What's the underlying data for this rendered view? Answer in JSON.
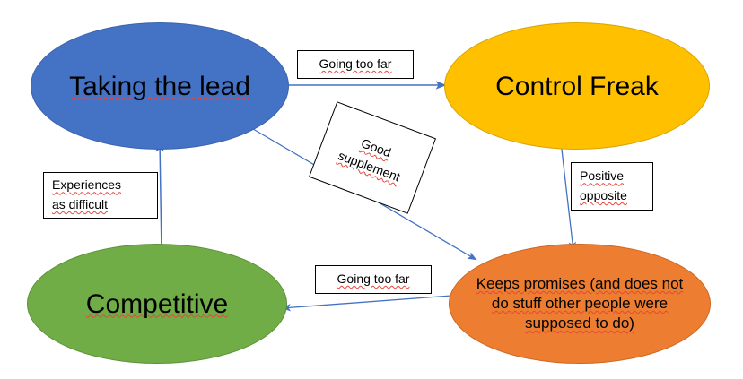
{
  "diagram": {
    "title": "Taking the lead / Control Freak / Competitive relationship diagram",
    "accent_blue": "#4472C4",
    "accent_amber": "#FFC000",
    "accent_green": "#70AD47",
    "accent_orange": "#ED7D31",
    "arrow_color": "#4472C4",
    "spellcheck_color": "#e8453c",
    "background": "#ffffff"
  },
  "nodes": [
    {
      "id": "taking-the-lead",
      "label": "Taking the lead",
      "color": "#4472C4",
      "misspelled": true
    },
    {
      "id": "control-freak",
      "label": "Control Freak",
      "color": "#FFC000",
      "misspelled": false
    },
    {
      "id": "competitive",
      "label": "Competitive",
      "color": "#70AD47",
      "misspelled": true
    },
    {
      "id": "keeps-promises",
      "label": "Keeps promises (and does not\ndo stuff other people were\nsupposed to do)",
      "color": "#ED7D31",
      "misspelled": true
    }
  ],
  "edge_labels": {
    "going_too_far_top": "Going too far",
    "going_too_far_bottom": "Going too far",
    "good_supplement": "Good\nsupplement",
    "experiences_as_difficult": "Experiences\nas difficult",
    "positive_opposite": "Positive\nopposite"
  },
  "edges": [
    {
      "from": "taking-the-lead",
      "to": "control-freak",
      "label": "Going too far"
    },
    {
      "from": "taking-the-lead",
      "to": "keeps-promises",
      "label": "Good supplement"
    },
    {
      "from": "control-freak",
      "to": "keeps-promises",
      "label": "Positive opposite"
    },
    {
      "from": "keeps-promises",
      "to": "competitive",
      "label": "Going too far"
    },
    {
      "from": "competitive",
      "to": "taking-the-lead",
      "label": "Experiences as difficult"
    }
  ]
}
